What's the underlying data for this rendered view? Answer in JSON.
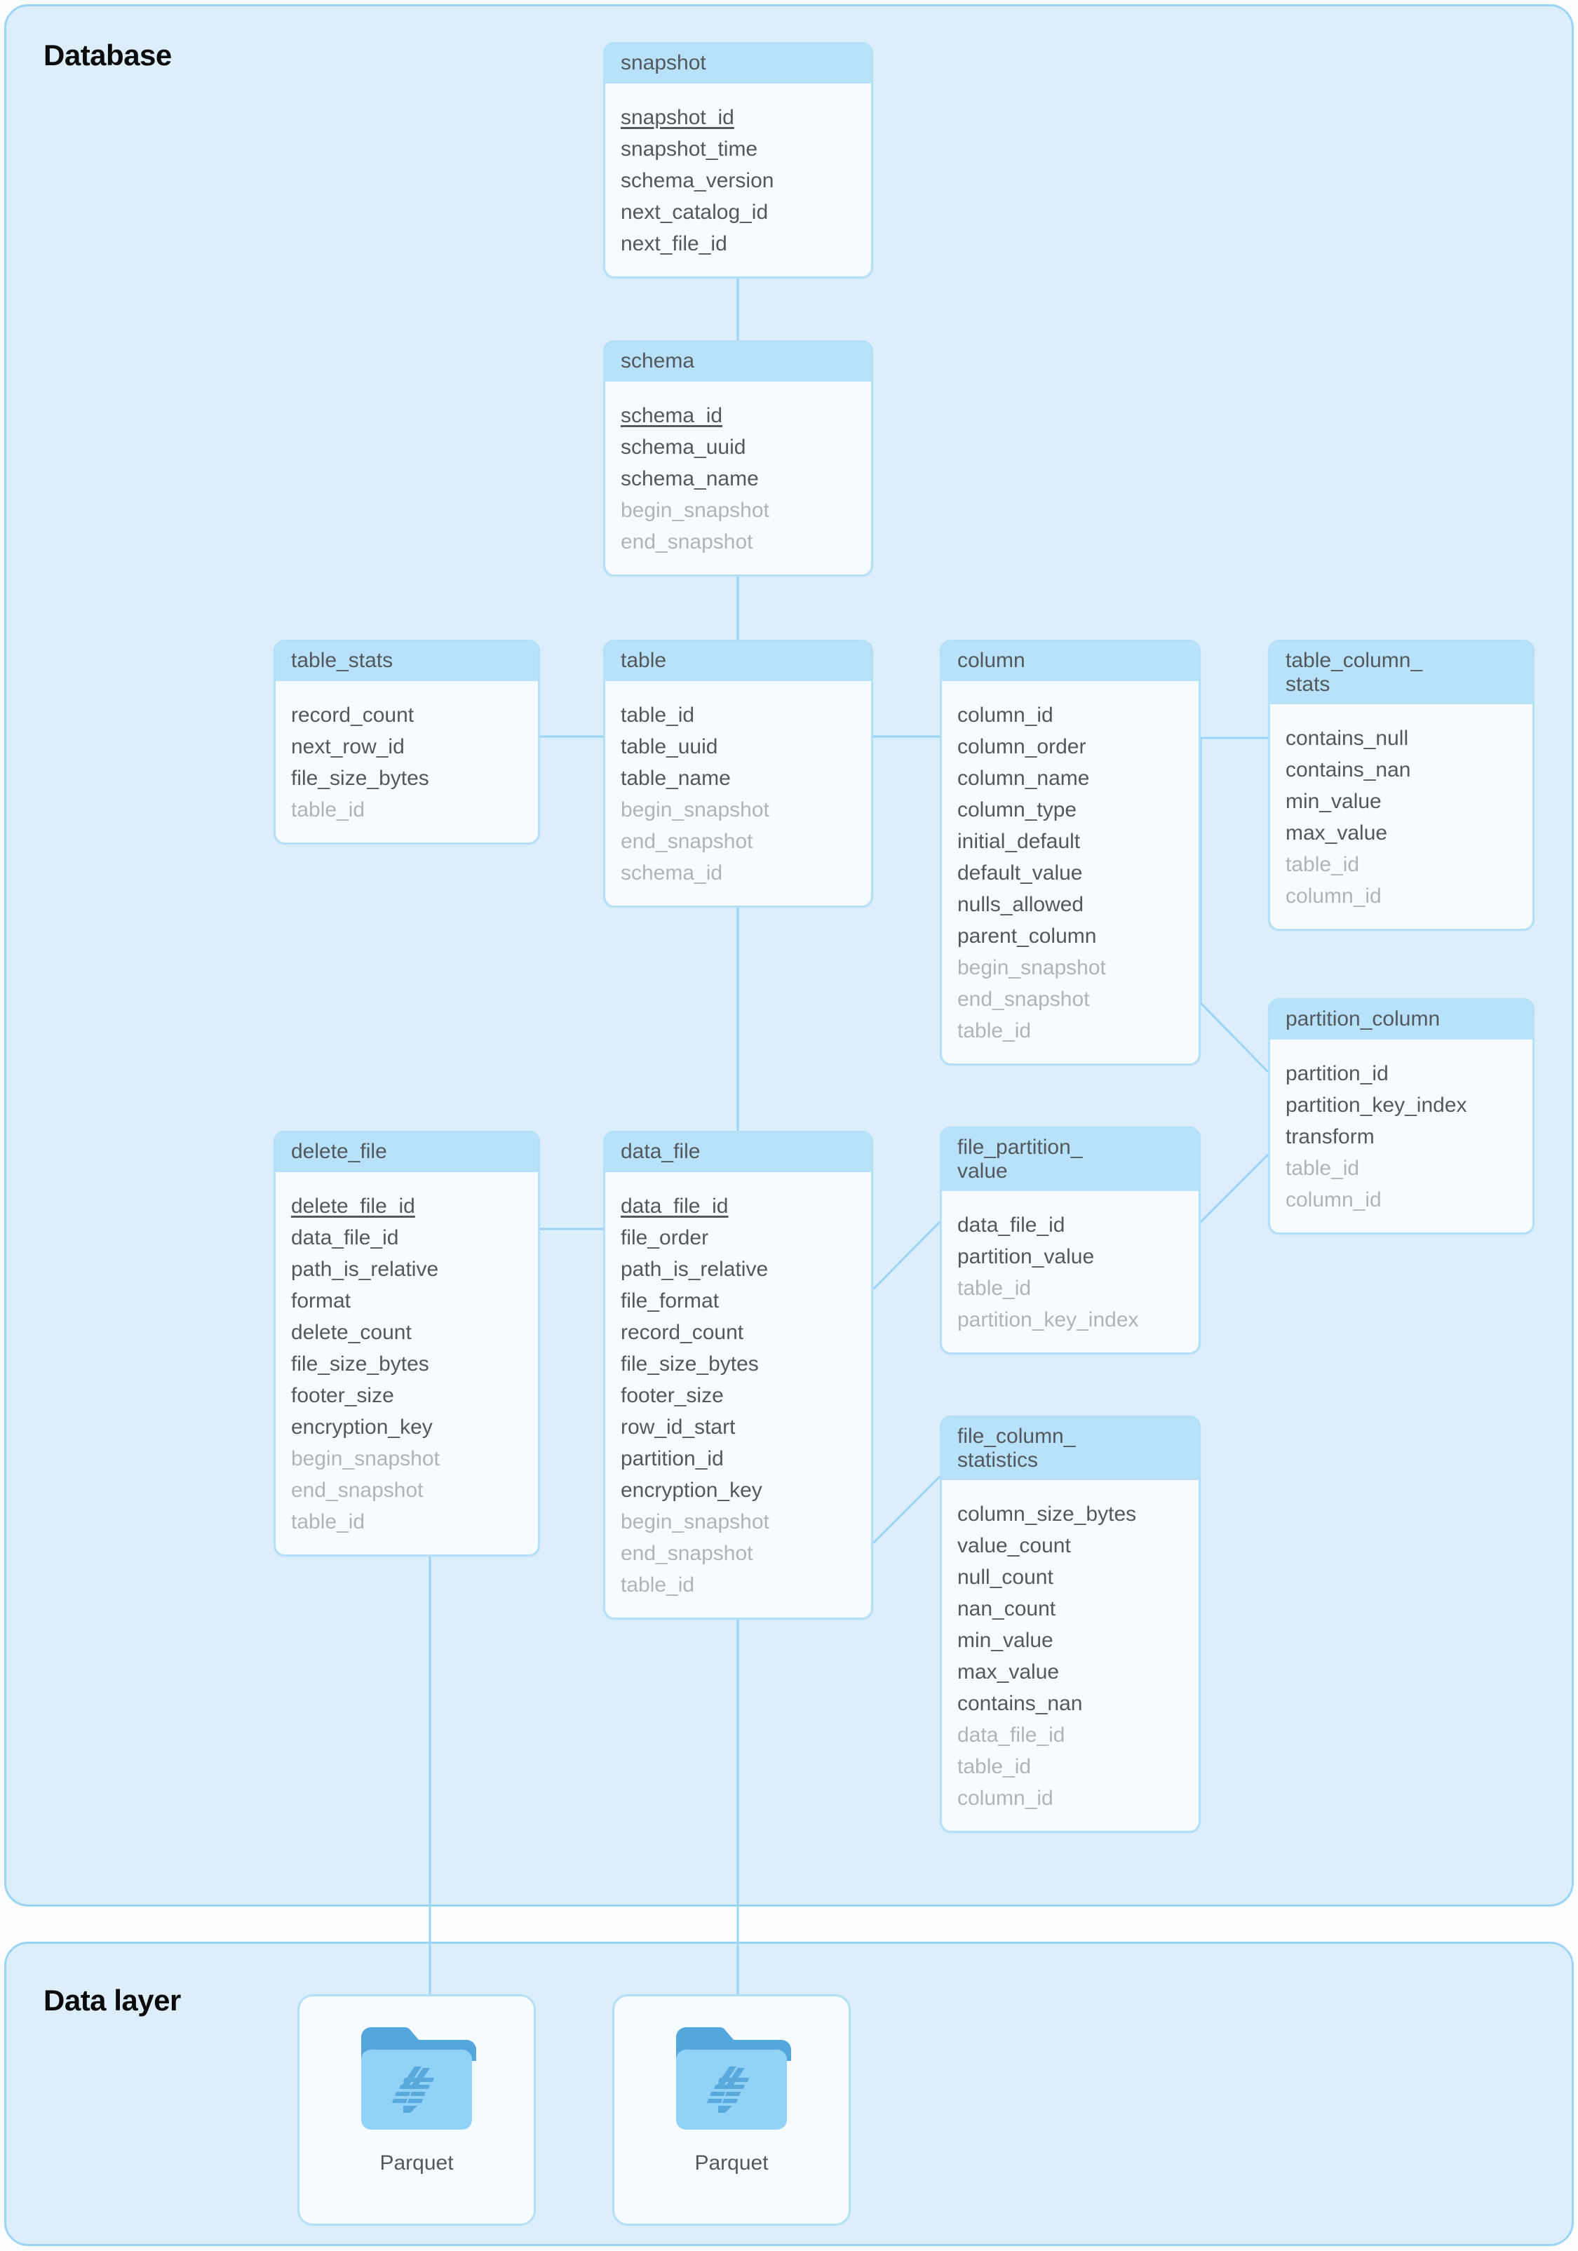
{
  "layers": {
    "database": {
      "title": "Database"
    },
    "data": {
      "title": "Data layer"
    }
  },
  "entities": {
    "snapshot": {
      "name": "snapshot",
      "attrs": [
        {
          "name": "snapshot_id",
          "kind": "pk"
        },
        {
          "name": "snapshot_time",
          "kind": "plain"
        },
        {
          "name": "schema_version",
          "kind": "plain"
        },
        {
          "name": "next_catalog_id",
          "kind": "plain"
        },
        {
          "name": "next_file_id",
          "kind": "plain"
        }
      ]
    },
    "schema": {
      "name": "schema",
      "attrs": [
        {
          "name": "schema_id",
          "kind": "pk"
        },
        {
          "name": "schema_uuid",
          "kind": "plain"
        },
        {
          "name": "schema_name",
          "kind": "plain"
        },
        {
          "name": "begin_snapshot",
          "kind": "fk"
        },
        {
          "name": "end_snapshot",
          "kind": "fk"
        }
      ]
    },
    "table_stats": {
      "name": "table_stats",
      "attrs": [
        {
          "name": "record_count",
          "kind": "plain"
        },
        {
          "name": "next_row_id",
          "kind": "plain"
        },
        {
          "name": "file_size_bytes",
          "kind": "plain"
        },
        {
          "name": "table_id",
          "kind": "fk"
        }
      ]
    },
    "table": {
      "name": "table",
      "attrs": [
        {
          "name": "table_id",
          "kind": "plain"
        },
        {
          "name": "table_uuid",
          "kind": "plain"
        },
        {
          "name": "table_name",
          "kind": "plain"
        },
        {
          "name": "begin_snapshot",
          "kind": "fk"
        },
        {
          "name": "end_snapshot",
          "kind": "fk"
        },
        {
          "name": "schema_id",
          "kind": "fk"
        }
      ]
    },
    "column": {
      "name": "column",
      "attrs": [
        {
          "name": "column_id",
          "kind": "plain"
        },
        {
          "name": "column_order",
          "kind": "plain"
        },
        {
          "name": "column_name",
          "kind": "plain"
        },
        {
          "name": "column_type",
          "kind": "plain"
        },
        {
          "name": "initial_default",
          "kind": "plain"
        },
        {
          "name": "default_value",
          "kind": "plain"
        },
        {
          "name": "nulls_allowed",
          "kind": "plain"
        },
        {
          "name": "parent_column",
          "kind": "plain"
        },
        {
          "name": "begin_snapshot",
          "kind": "fk"
        },
        {
          "name": "end_snapshot",
          "kind": "fk"
        },
        {
          "name": "table_id",
          "kind": "fk"
        }
      ]
    },
    "table_column_stats": {
      "name": "table_column_\nstats",
      "name_lines": [
        "table_column_",
        "stats"
      ],
      "attrs": [
        {
          "name": "contains_null",
          "kind": "plain"
        },
        {
          "name": "contains_nan",
          "kind": "plain"
        },
        {
          "name": "min_value",
          "kind": "plain"
        },
        {
          "name": "max_value",
          "kind": "plain"
        },
        {
          "name": "table_id",
          "kind": "fk"
        },
        {
          "name": "column_id",
          "kind": "fk"
        }
      ]
    },
    "partition_column": {
      "name": "partition_column",
      "attrs": [
        {
          "name": "partition_id",
          "kind": "plain"
        },
        {
          "name": "partition_key_index",
          "kind": "plain"
        },
        {
          "name": "transform",
          "kind": "plain"
        },
        {
          "name": "table_id",
          "kind": "fk"
        },
        {
          "name": "column_id",
          "kind": "fk"
        }
      ]
    },
    "delete_file": {
      "name": "delete_file",
      "attrs": [
        {
          "name": "delete_file_id",
          "kind": "pk"
        },
        {
          "name": "data_file_id",
          "kind": "plain"
        },
        {
          "name": "path_is_relative",
          "kind": "plain"
        },
        {
          "name": "format",
          "kind": "plain"
        },
        {
          "name": "delete_count",
          "kind": "plain"
        },
        {
          "name": "file_size_bytes",
          "kind": "plain"
        },
        {
          "name": "footer_size",
          "kind": "plain"
        },
        {
          "name": "encryption_key",
          "kind": "plain"
        },
        {
          "name": "begin_snapshot",
          "kind": "fk"
        },
        {
          "name": "end_snapshot",
          "kind": "fk"
        },
        {
          "name": "table_id",
          "kind": "fk"
        }
      ]
    },
    "data_file": {
      "name": "data_file",
      "attrs": [
        {
          "name": "data_file_id",
          "kind": "pk"
        },
        {
          "name": "file_order",
          "kind": "plain"
        },
        {
          "name": "path_is_relative",
          "kind": "plain"
        },
        {
          "name": "file_format",
          "kind": "plain"
        },
        {
          "name": "record_count",
          "kind": "plain"
        },
        {
          "name": "file_size_bytes",
          "kind": "plain"
        },
        {
          "name": "footer_size",
          "kind": "plain"
        },
        {
          "name": "row_id_start",
          "kind": "plain"
        },
        {
          "name": "partition_id",
          "kind": "plain"
        },
        {
          "name": "encryption_key",
          "kind": "plain"
        },
        {
          "name": "begin_snapshot",
          "kind": "fk"
        },
        {
          "name": "end_snapshot",
          "kind": "fk"
        },
        {
          "name": "table_id",
          "kind": "fk"
        }
      ]
    },
    "file_partition_value": {
      "name": "file_partition_\nvalue",
      "name_lines": [
        "file_partition_",
        "value"
      ],
      "attrs": [
        {
          "name": "data_file_id",
          "kind": "plain"
        },
        {
          "name": "partition_value",
          "kind": "plain"
        },
        {
          "name": "table_id",
          "kind": "fk"
        },
        {
          "name": "partition_key_index",
          "kind": "fk"
        }
      ]
    },
    "file_column_statistics": {
      "name": "file_column_\nstatistics",
      "name_lines": [
        "file_column_",
        "statistics"
      ],
      "attrs": [
        {
          "name": "column_size_bytes",
          "kind": "plain"
        },
        {
          "name": "value_count",
          "kind": "plain"
        },
        {
          "name": "null_count",
          "kind": "plain"
        },
        {
          "name": "nan_count",
          "kind": "plain"
        },
        {
          "name": "min_value",
          "kind": "plain"
        },
        {
          "name": "max_value",
          "kind": "plain"
        },
        {
          "name": "contains_nan",
          "kind": "plain"
        },
        {
          "name": "data_file_id",
          "kind": "fk"
        },
        {
          "name": "table_id",
          "kind": "fk"
        },
        {
          "name": "column_id",
          "kind": "fk"
        }
      ]
    }
  },
  "data_files": [
    {
      "label": "Parquet",
      "icon": "parquet-folder-icon"
    },
    {
      "label": "Parquet",
      "icon": "parquet-folder-icon"
    }
  ],
  "colors": {
    "layer_bg": "#ddeefb",
    "layer_border": "#9bd4f5",
    "entity_bg": "#f5fbff",
    "entity_border": "#b3e0f7",
    "entity_header_bg": "#b7e2fa",
    "text": "#54585c",
    "text_muted": "#b0b4b8",
    "connector": "#9bd4f5",
    "folder_tab": "#54a7dd",
    "folder_body": "#93d2f7",
    "folder_glyph": "#5aa9dd",
    "page_bg": "#fbfcfd"
  }
}
